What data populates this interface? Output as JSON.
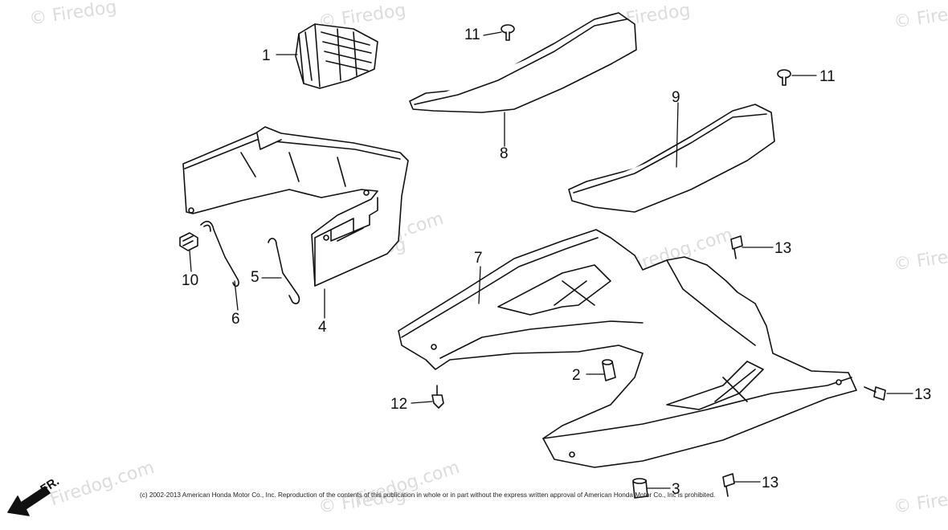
{
  "diagram": {
    "callouts": [
      "1",
      "2",
      "3",
      "4",
      "5",
      "6",
      "7",
      "8",
      "9",
      "10",
      "11",
      "12",
      "13"
    ],
    "watermark_mark": "©",
    "watermark_text": "Firedog",
    "watermark_site": "Firedog.com",
    "front_label": "FR.",
    "copyright": "(c) 2002-2013 American Honda Motor Co., Inc. Reproduction of the contents of this publication in whole or in part without the express written approval of American Honda Motor Co., Inc is prohibited."
  },
  "colors": {
    "line": "#111111",
    "fill": "#ffffff",
    "shade": "#d8d8d8",
    "watermark": "#dcdcdc"
  }
}
